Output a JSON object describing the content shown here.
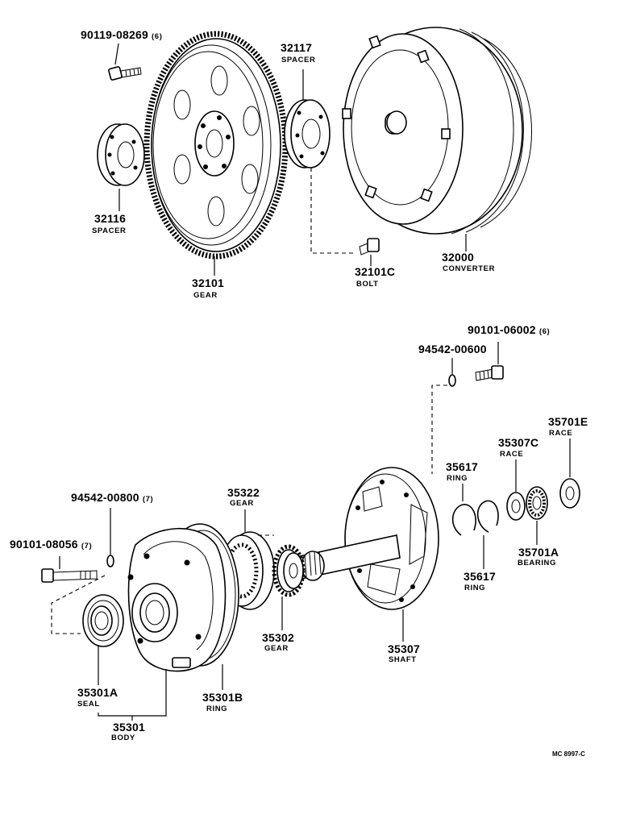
{
  "parts": {
    "p90119": {
      "number": "90119-08269",
      "qty": "(6)"
    },
    "p32117": {
      "number": "32117",
      "name": "SPACER"
    },
    "p32116": {
      "number": "32116",
      "name": "SPACER"
    },
    "p32101": {
      "number": "32101",
      "name": "GEAR"
    },
    "p32101c": {
      "number": "32101C",
      "name": "BOLT"
    },
    "p32000": {
      "number": "32000",
      "name": "CONVERTER"
    },
    "p90101a": {
      "number": "90101-06002",
      "qty": "(6)"
    },
    "p94542a": {
      "number": "94542-00600"
    },
    "p35701e": {
      "number": "35701E",
      "name": "RACE"
    },
    "p35307c": {
      "number": "35307C",
      "name": "RACE"
    },
    "p35617a": {
      "number": "35617",
      "name": "RING"
    },
    "p35322": {
      "number": "35322",
      "name": "GEAR"
    },
    "p94542b": {
      "number": "94542-00800",
      "qty": "(7)"
    },
    "p90101b": {
      "number": "90101-08056",
      "qty": "(7)"
    },
    "p35701a": {
      "number": "35701A",
      "name": "BEARING"
    },
    "p35617b": {
      "number": "35617",
      "name": "RING"
    },
    "p35302": {
      "number": "35302",
      "name": "GEAR"
    },
    "p35307": {
      "number": "35307",
      "name": "SHAFT"
    },
    "p35301a": {
      "number": "35301A",
      "name": "SEAL"
    },
    "p35301b": {
      "number": "35301B",
      "name": "RING"
    },
    "p35301": {
      "number": "35301",
      "name": "BODY"
    }
  },
  "figure_ref": "MC 8997-C",
  "icons": [
    "flywheel-gear-icon",
    "torque-converter-icon",
    "oil-pump-body-icon",
    "bolt-icon",
    "spacer-icon",
    "stator-shaft-icon",
    "snap-ring-icon",
    "thrust-bearing-icon",
    "oil-seal-icon"
  ]
}
